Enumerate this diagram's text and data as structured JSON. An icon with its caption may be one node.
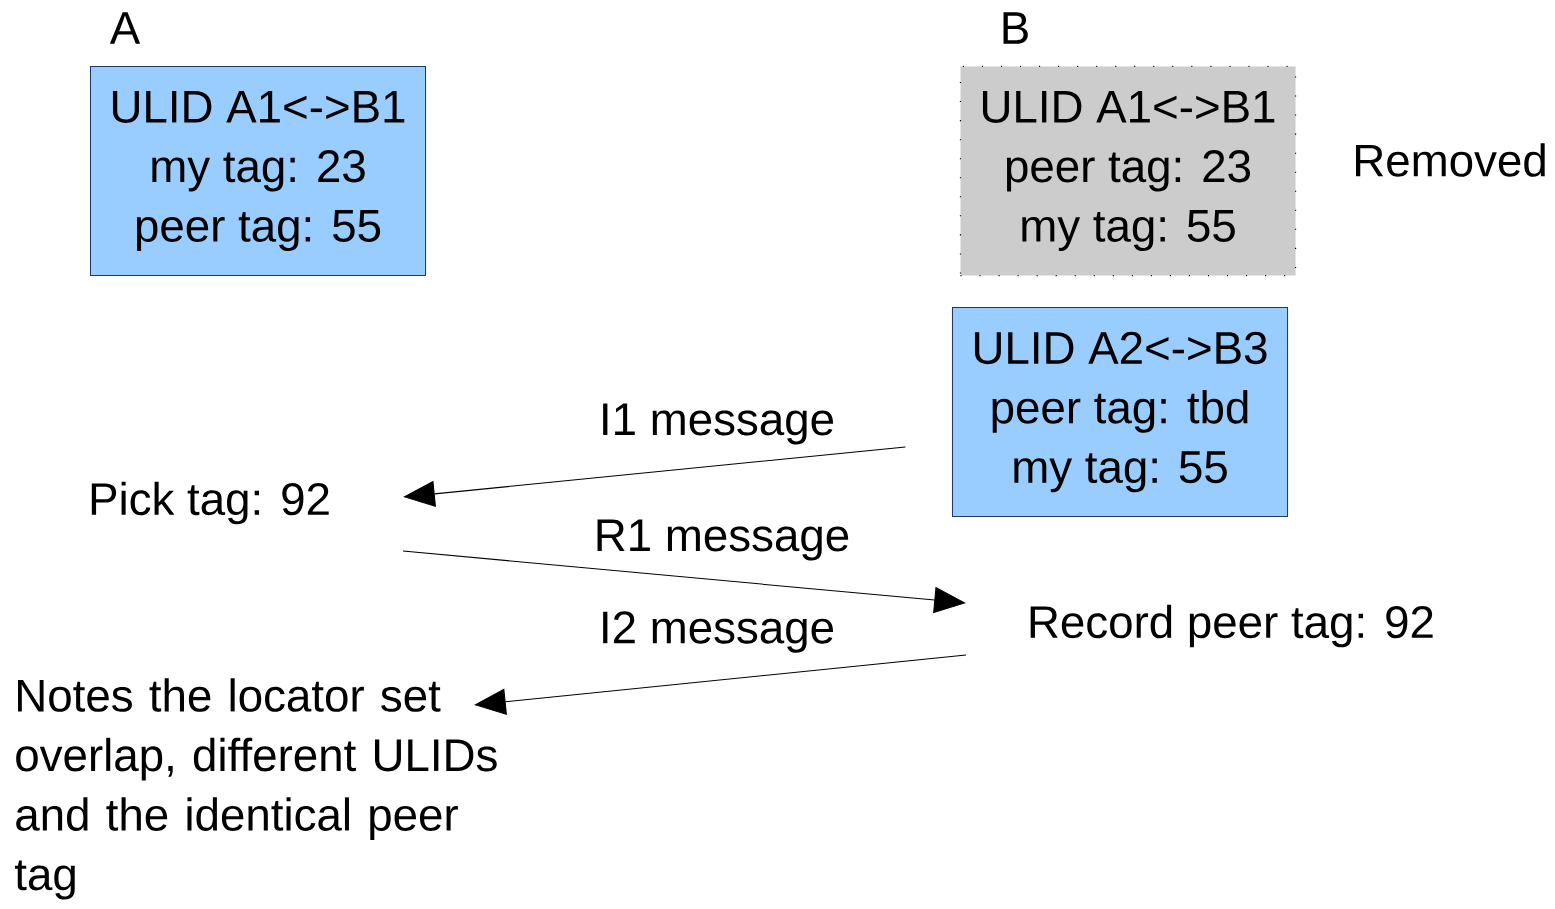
{
  "diagram": {
    "nodes": [
      {
        "text": [
          "A",
          "ULID A1<->B1",
          "my tag: 23",
          "peer tag: 55"
        ]
      },
      {
        "text": [
          "B",
          "ULID A1<->B1",
          "peer tag: 23",
          "my tag: 55"
        ],
        "beside": [
          "Removed"
        ]
      },
      {
        "text": [
          "ULID A2<->B3",
          "peer tag: tbd",
          "my tag: 55"
        ]
      },
      {
        "text": [
          "Pick tag: 92"
        ]
      },
      {
        "text": [
          "Record peer tag: 92"
        ]
      },
      {
        "text": [
          "Notes the locator set overlap, different ULIDs and the identical peer tag"
        ]
      }
    ],
    "edges": [
      {
        "from": 2,
        "to": 3,
        "arrow": "to",
        "label": "I1 message"
      },
      {
        "from": 3,
        "to": 4,
        "arrow": "to",
        "label": "R1 message"
      },
      {
        "from": 4,
        "to": 5,
        "arrow": "to",
        "label": "I2 message"
      }
    ]
  }
}
